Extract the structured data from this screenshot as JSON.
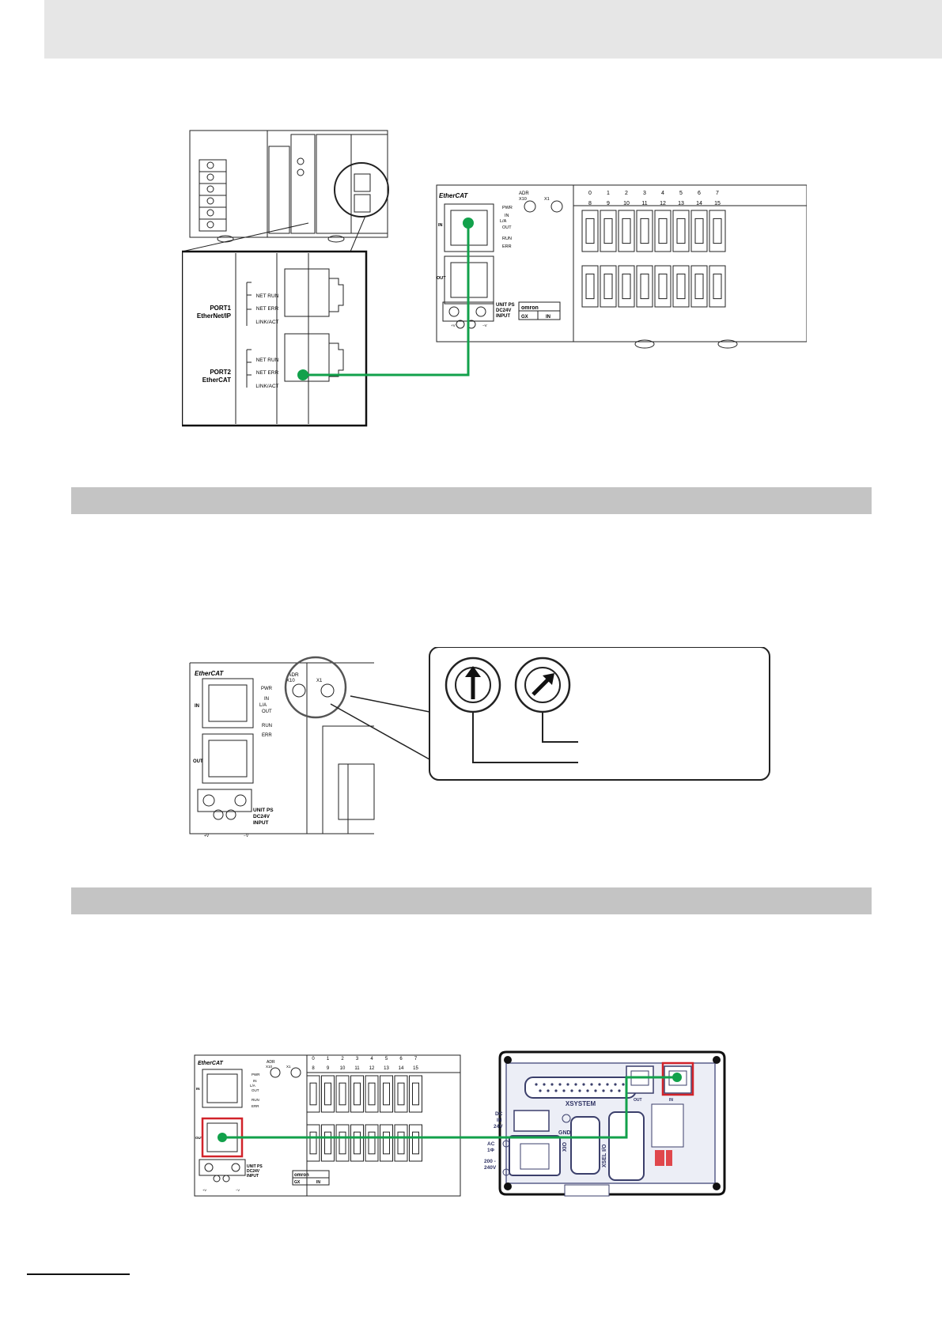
{
  "figure1": {
    "port1_label": "PORT1",
    "port1_sub": "EtherNet/IP",
    "port2_label": "PORT2",
    "port2_sub": "EtherCAT",
    "led_net_run": "NET RUN",
    "led_net_err": "NET ERR",
    "led_link_act": "LINK/ACT",
    "gx_brand": "EtherCAT",
    "adr_label": "ADR",
    "x10_label": "X10",
    "x1_label": "X1",
    "pwr": "PWR",
    "in_led": "IN",
    "la": "L/A",
    "out_led": "OUT",
    "run": "RUN",
    "err": "ERR",
    "in_port": "IN",
    "out_port": "OUT",
    "unit_ps": "UNIT PS",
    "dc24v": "DC24V",
    "input": "INPUT",
    "plus_v": "+V",
    "minus_v": "−V",
    "omron": "omron",
    "gx": "GX",
    "gx_in": "IN",
    "channels_top": [
      "0",
      "1",
      "2",
      "3",
      "4",
      "5",
      "6",
      "7"
    ],
    "channels_bottom": [
      "8",
      "9",
      "10",
      "11",
      "12",
      "13",
      "14",
      "15"
    ]
  },
  "figure3": {
    "xsystem": "XSYSTEM",
    "dc_in": [
      "DC",
      "IN",
      "24V"
    ],
    "gnd": "GND",
    "ac": [
      "AC",
      "1Φ",
      "200 -",
      "240V"
    ],
    "xio": "XIO",
    "xsel_io": "XSEL I/O",
    "out_label": "OUT",
    "in_label": "IN"
  },
  "colors": {
    "connection_green": "#12a14b",
    "highlight_red": "#d1232a",
    "section_gray": "#c4c4c4",
    "header_gray": "#e6e6e6"
  }
}
